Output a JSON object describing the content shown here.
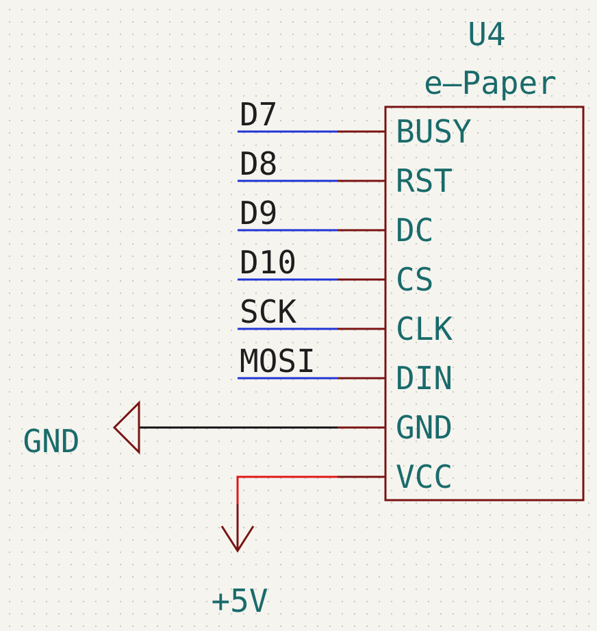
{
  "component": {
    "reference": "U4",
    "value": "e–Paper",
    "pins": [
      {
        "name": "BUSY",
        "net": "D7"
      },
      {
        "name": "RST",
        "net": "D8"
      },
      {
        "name": "DC",
        "net": "D9"
      },
      {
        "name": "CS",
        "net": "D10"
      },
      {
        "name": "CLK",
        "net": "SCK"
      },
      {
        "name": "DIN",
        "net": "MOSI"
      },
      {
        "name": "GND",
        "net": ""
      },
      {
        "name": "VCC",
        "net": ""
      }
    ]
  },
  "power": {
    "gnd_label": "GND",
    "vcc_label": "+5V"
  },
  "colors": {
    "background": "#f5f4ef",
    "symbol_outline": "#7a1313",
    "signal_wire": "#1f35d6",
    "power_wire_vcc": "#e01818",
    "power_wire_gnd": "#111111",
    "symbol_text": "#1a6b6b",
    "net_label_text": "#1e1e1e"
  }
}
